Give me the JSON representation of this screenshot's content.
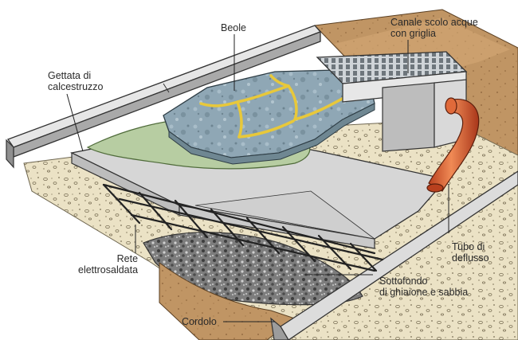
{
  "labels": {
    "beole": "Beole",
    "canale_line1": "Canale scolo acque",
    "canale_line2": "con griglia",
    "gettata_line1": "Gettata di",
    "gettata_line2": "calcestruzzo",
    "tubo_line1": "Tubo di",
    "tubo_line2": "deflusso",
    "rete_line1": "Rete",
    "rete_line2": "elettrosaldata",
    "sottofondo_line1": "Sottofondo",
    "sottofondo_line2": "di ghiaione e sabbia",
    "cordolo": "Cordolo"
  },
  "colors": {
    "stone": "#8fa7b5",
    "stone_joints": "#e8c83a",
    "mortar": "#b7cda2",
    "concrete": "#d6d6d6",
    "gravel": "#ebe2c5",
    "soil": "#c09564",
    "drain_pipe": "#d8542b",
    "curb": "#c8c8c8"
  },
  "icons": [
    "layered-paving-cross-section"
  ]
}
